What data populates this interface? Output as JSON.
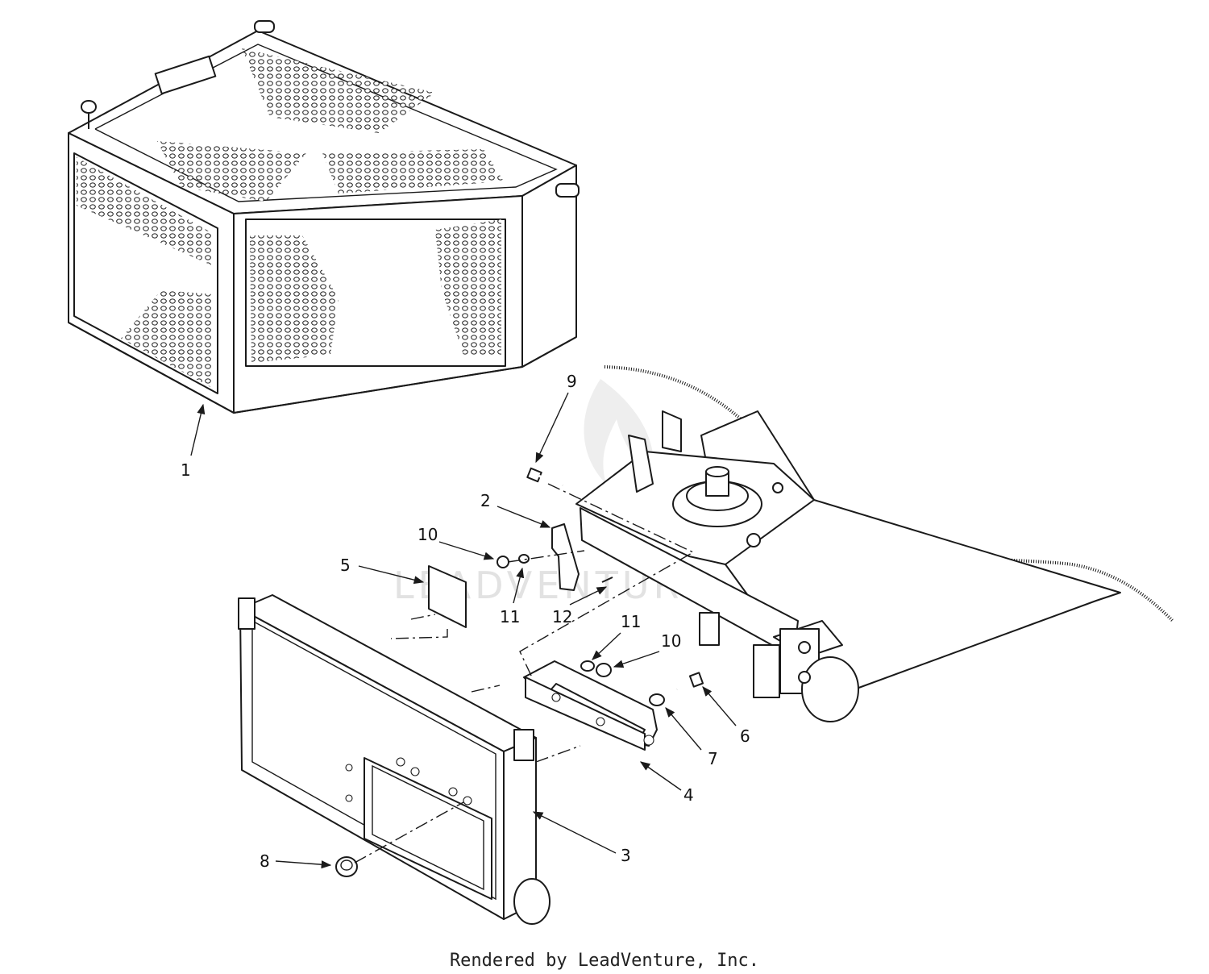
{
  "diagram": {
    "callouts": [
      {
        "id": "1",
        "label": "1"
      },
      {
        "id": "2",
        "label": "2"
      },
      {
        "id": "3",
        "label": "3"
      },
      {
        "id": "4",
        "label": "4"
      },
      {
        "id": "5",
        "label": "5"
      },
      {
        "id": "6",
        "label": "6"
      },
      {
        "id": "7",
        "label": "7"
      },
      {
        "id": "8",
        "label": "8"
      },
      {
        "id": "9",
        "label": "9"
      },
      {
        "id": "10a",
        "label": "10"
      },
      {
        "id": "10b",
        "label": "10"
      },
      {
        "id": "11a",
        "label": "11"
      },
      {
        "id": "11b",
        "label": "11"
      },
      {
        "id": "12",
        "label": "12"
      }
    ],
    "watermark": "LEADVENTURE",
    "credit": "Rendered by LeadVenture, Inc."
  }
}
